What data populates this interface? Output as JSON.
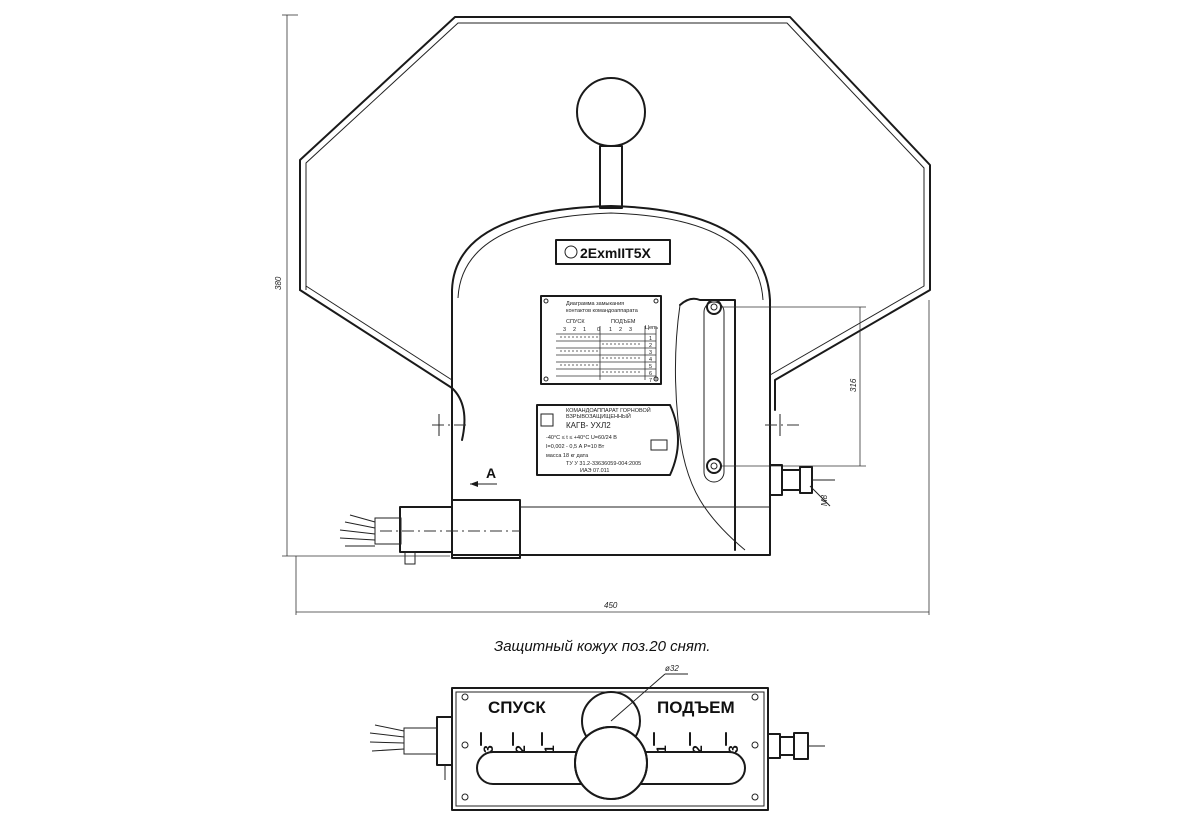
{
  "dimensions": {
    "height": "380",
    "width": "450",
    "mount_spacing": "316",
    "bolt": "M8",
    "knob_diameter": "ø32"
  },
  "explosion_marking": "2ExmIIT5X",
  "view_marker": "A",
  "caption": "Защитный кожух поз.20 снят.",
  "diagram_plate": {
    "title_line1": "Диаграмма замыкания",
    "title_line2": "контактов командоаппарата",
    "col_left": "СПУСК",
    "col_right": "ПОДЪЕМ",
    "positions": [
      "3",
      "2",
      "1",
      "0",
      "1",
      "2",
      "3"
    ],
    "circuit_header": "Цепь",
    "circuit_numbers": [
      "1",
      "2",
      "3",
      "4",
      "5",
      "6",
      "7"
    ]
  },
  "name_plate": {
    "line1": "КОМАНДОАППАРАТ ГОРНОВОЙ",
    "line2": "ВЗРЫВОЗАЩИЩЕННЫЙ",
    "model": "КАГВ- УХЛ2",
    "temp": "-40°С ≤ t ≤ +40°С   U=60/24 В",
    "current": "I=0,002 - 0,5 А   P=10 Вт",
    "mass": "масса 18 кг   дата",
    "spec": "ТУ У 31.2-33636059-004:2005",
    "cert": "ИАЭ 07.011"
  },
  "top_view": {
    "label_down": "СПУСК",
    "label_up": "ПОДЪЕМ",
    "scale_left": [
      "3",
      "2",
      "1"
    ],
    "scale_right": [
      "1",
      "2",
      "3"
    ]
  }
}
